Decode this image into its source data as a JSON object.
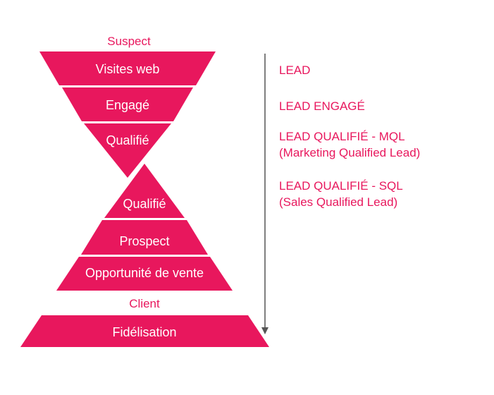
{
  "colors": {
    "pink": "#E8175D",
    "arrow": "#555555",
    "text": "#E8175D"
  },
  "funnel": {
    "top_label": "Suspect",
    "levels": [
      "Visites web",
      "Engagé",
      "Qualifié"
    ]
  },
  "pyramid": {
    "levels": [
      "Qualifié",
      "Prospect",
      "Opportunité de vente"
    ]
  },
  "client_label": "Client",
  "retention": {
    "label": "Fidélisation"
  },
  "stages": [
    {
      "line1": "LEAD",
      "line2": ""
    },
    {
      "line1": "LEAD ENGAGÉ",
      "line2": ""
    },
    {
      "line1": "LEAD QUALIFIÉ - MQL",
      "line2": "(Marketing Qualified Lead)"
    },
    {
      "line1": "LEAD QUALIFIÉ - SQL",
      "line2": "(Sales Qualified Lead)"
    }
  ]
}
